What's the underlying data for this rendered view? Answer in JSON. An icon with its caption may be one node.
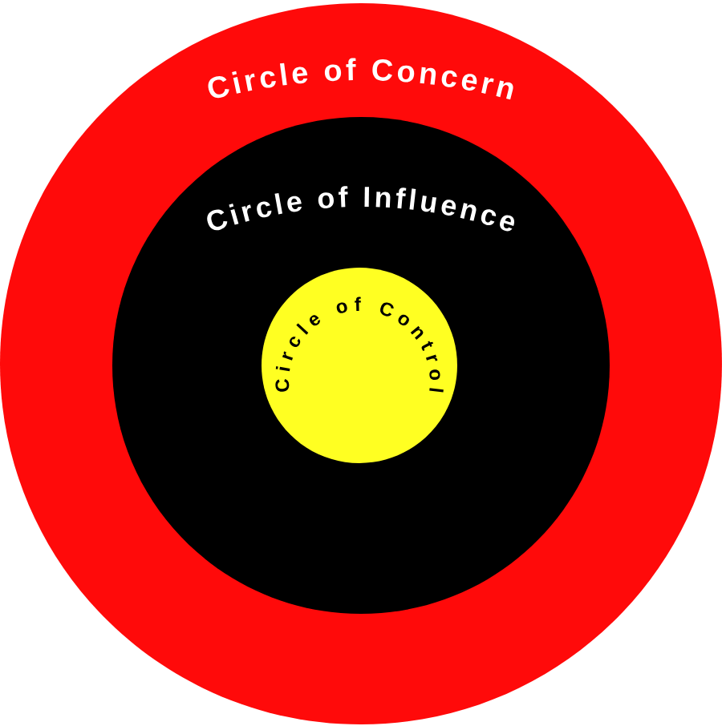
{
  "diagram": {
    "nodes": [
      {
        "text": [
          "Circle of Concern"
        ]
      },
      {
        "text": [
          "Circle of Influence"
        ],
        "in": 0
      },
      {
        "text": [
          "Circle of Control"
        ],
        "in": 1
      }
    ]
  }
}
